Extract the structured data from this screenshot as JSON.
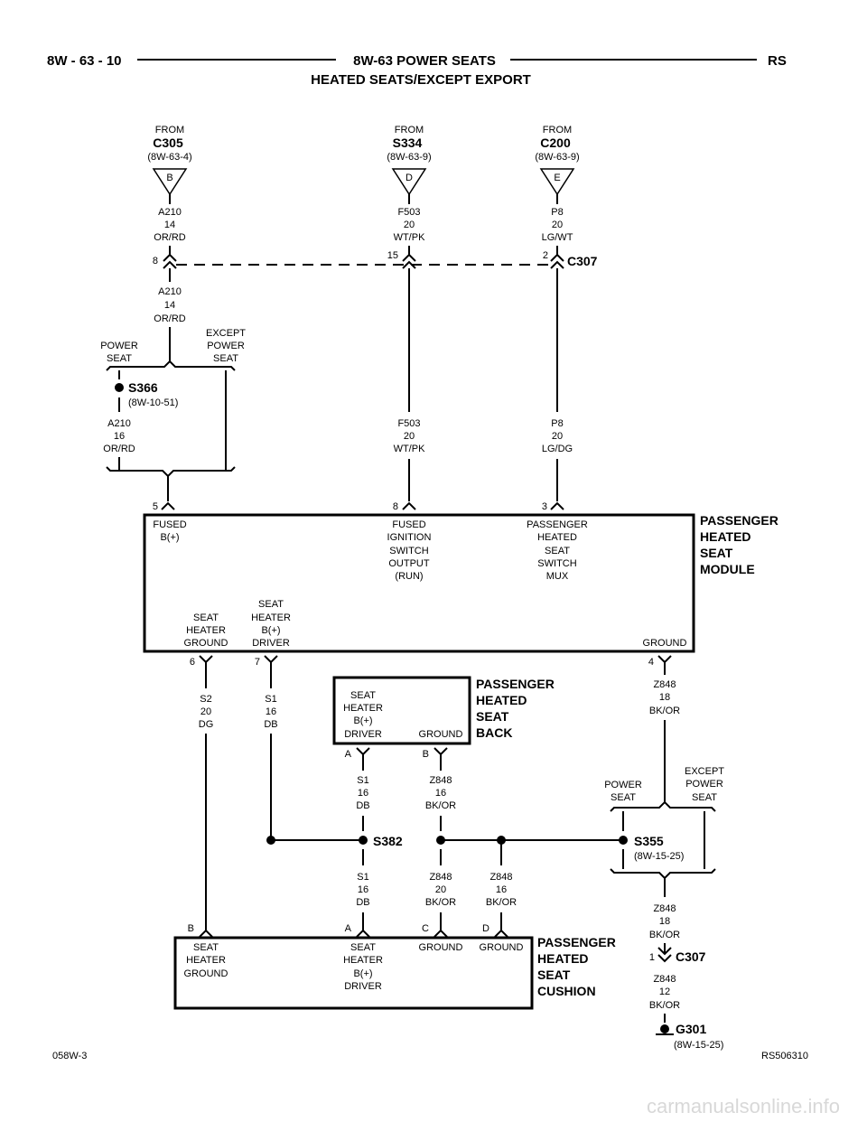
{
  "header": {
    "left": "8W - 63 - 10",
    "center": "8W-63 POWER SEATS",
    "right": "RS",
    "subtitle": "HEATED SEATS/EXCEPT EXPORT"
  },
  "sources": [
    {
      "from": "FROM",
      "connector": "C305",
      "ref": "(8W-63-4)",
      "pin": "B",
      "wire": [
        "A210",
        "14",
        "OR/RD"
      ]
    },
    {
      "from": "FROM",
      "connector": "S334",
      "ref": "(8W-63-9)",
      "pin": "D",
      "wire": [
        "F503",
        "20",
        "WT/PK"
      ]
    },
    {
      "from": "FROM",
      "connector": "C200",
      "ref": "(8W-63-9)",
      "pin": "E",
      "wire": [
        "P8",
        "20",
        "LG/WT"
      ]
    }
  ],
  "c307_top": {
    "name": "C307",
    "pins": [
      "8",
      "15",
      "2"
    ]
  },
  "wire_a210_lower": [
    "A210",
    "14",
    "OR/RD"
  ],
  "branch_top": {
    "left": [
      "POWER",
      "SEAT"
    ],
    "right": [
      "EXCEPT",
      "POWER",
      "SEAT"
    ]
  },
  "s366": {
    "name": "S366",
    "ref": "(8W-10-51)"
  },
  "wire_a210_16": [
    "A210",
    "16",
    "OR/RD"
  ],
  "wire_f503_mid": [
    "F503",
    "20",
    "WT/PK"
  ],
  "wire_p8_mid": [
    "P8",
    "20",
    "LG/DG"
  ],
  "module_pins_top": [
    "5",
    "8",
    "3"
  ],
  "module": {
    "name": [
      "PASSENGER",
      "HEATED",
      "SEAT",
      "MODULE"
    ],
    "fused_b": [
      "FUSED",
      "B(+)"
    ],
    "fused_ign": [
      "FUSED",
      "IGNITION",
      "SWITCH",
      "OUTPUT",
      "(RUN)"
    ],
    "switch_mux": [
      "PASSENGER",
      "HEATED",
      "SEAT",
      "SWITCH",
      "MUX"
    ],
    "heater_ground": [
      "SEAT",
      "HEATER",
      "GROUND"
    ],
    "heater_driver": [
      "SEAT",
      "HEATER",
      "B(+)",
      "DRIVER"
    ],
    "ground": "GROUND"
  },
  "module_pins_bottom": [
    "6",
    "7",
    "4"
  ],
  "wire_s2": [
    "S2",
    "20",
    "DG"
  ],
  "wire_s1": [
    "S1",
    "16",
    "DB"
  ],
  "wire_z848_18": [
    "Z848",
    "18",
    "BK/OR"
  ],
  "seat_back": {
    "name": [
      "PASSENGER",
      "HEATED",
      "SEAT",
      "BACK"
    ],
    "driver": [
      "SEAT",
      "HEATER",
      "B(+)",
      "DRIVER"
    ],
    "ground": "GROUND",
    "pins": [
      "A",
      "B"
    ]
  },
  "wire_s1_back": [
    "S1",
    "16",
    "DB"
  ],
  "wire_z848_back": [
    "Z848",
    "16",
    "BK/OR"
  ],
  "branch_bottom": {
    "left": [
      "POWER",
      "SEAT"
    ],
    "right": [
      "EXCEPT",
      "POWER",
      "SEAT"
    ]
  },
  "s382": {
    "name": "S382"
  },
  "s355": {
    "name": "S355",
    "ref": "(8W-15-25)"
  },
  "wire_s1_cushion": [
    "S1",
    "16",
    "DB"
  ],
  "wire_z848_20": [
    "Z848",
    "20",
    "BK/OR"
  ],
  "wire_z848_16b": [
    "Z848",
    "16",
    "BK/OR"
  ],
  "wire_z848_18b": [
    "Z848",
    "18",
    "BK/OR"
  ],
  "c307_bottom": {
    "name": "C307",
    "pin": "1"
  },
  "wire_z848_12": [
    "Z848",
    "12",
    "BK/OR"
  ],
  "g301": {
    "name": "G301",
    "ref": "(8W-15-25)"
  },
  "cushion": {
    "name": [
      "PASSENGER",
      "HEATED",
      "SEAT",
      "CUSHION"
    ],
    "heater_ground": [
      "SEAT",
      "HEATER",
      "GROUND"
    ],
    "heater_driver": [
      "SEAT",
      "HEATER",
      "B(+)",
      "DRIVER"
    ],
    "ground_c": "GROUND",
    "ground_d": "GROUND",
    "pins": [
      "B",
      "A",
      "C",
      "D"
    ]
  },
  "footer": {
    "left": "058W-3",
    "right": "RS506310"
  },
  "watermark": "carmanualsonline.info"
}
